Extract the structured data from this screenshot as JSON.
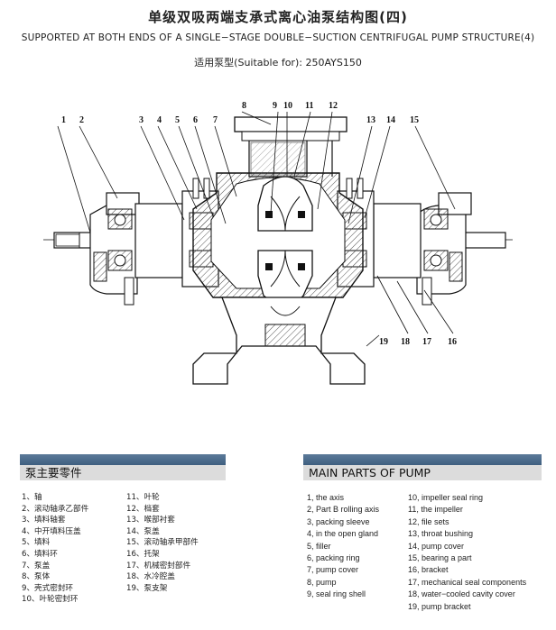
{
  "title_cn": "单级双吸两端支承式离心油泵结构图(四)",
  "title_en": "SUPPORTED AT BOTH ENDS OF A SINGLE−STAGE DOUBLE−SUCTION CENTRIFUGAL PUMP STRUCTURE(4)",
  "suitable_for": "适用泵型(Suitable for):  250AYS150",
  "callouts": {
    "c1": "1",
    "c2": "2",
    "c3": "3",
    "c4": "4",
    "c5": "5",
    "c6": "6",
    "c7": "7",
    "c8": "8",
    "c9": "9",
    "c10": "10",
    "c11": "11",
    "c12": "12",
    "c13": "13",
    "c14": "14",
    "c15": "15",
    "c16": "16",
    "c17": "17",
    "c18": "18",
    "c19": "19"
  },
  "parts_cn": {
    "heading": "泵主要零件",
    "col1": [
      "1、轴",
      "2、滚动轴承乙部件",
      "3、填料轴套",
      "4、中开填料压盖",
      "5、填料",
      "6、填料环",
      "7、泵盖",
      "8、泵体",
      "9、壳式密封环",
      "10、叶轮密封环"
    ],
    "col2": [
      "11、叶轮",
      "12、档套",
      "13、喉部衬套",
      "14、泵盖",
      "15、滚动轴承甲部件",
      "16、托架",
      "17、机械密封部件",
      "18、水冷腔盖",
      "19、泵支架"
    ]
  },
  "parts_en": {
    "heading": "MAIN PARTS OF PUMP",
    "col1": [
      "1, the axis",
      "2, Part B rolling axis",
      "3, packing sleeve",
      "4, in the open gland",
      "5, filler",
      "6, packing ring",
      "7, pump cover",
      "8, pump",
      "9, seal ring shell"
    ],
    "col2": [
      "10, impeller seal ring",
      "11, the impeller",
      "12, file sets",
      "13, throat bushing",
      "14, pump cover",
      "15, bearing a part",
      "16, bracket",
      "17, mechanical seal components",
      "18, water−cooled cavity cover",
      "19, pump bracket"
    ]
  },
  "colors": {
    "panel_bar": "#4a6a8b",
    "panel_head": "#dcdcdc",
    "line": "#111111",
    "hatch": "#555555"
  }
}
